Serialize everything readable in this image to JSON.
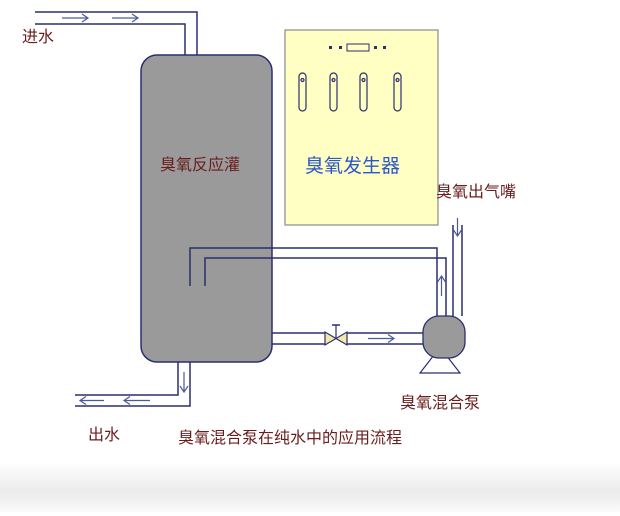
{
  "labels": {
    "water_in": "进水",
    "reactor_tank": "臭氧反应灌",
    "ozone_generator": "臭氧发生器",
    "ozone_outlet_nozzle": "臭氧出气嘴",
    "ozone_mixing_pump": "臭氧混合泵",
    "water_out": "出水",
    "caption": "臭氧混合泵在纯水中的应用流程"
  },
  "colors": {
    "tank_fill": "#9a9a9a",
    "generator_fill": "#ffffc4",
    "pipe_stroke": "#2a2f6e",
    "label_dark": "#6b1d1d",
    "label_blue": "#2b57c8",
    "arrow": "#4a5a9a"
  }
}
